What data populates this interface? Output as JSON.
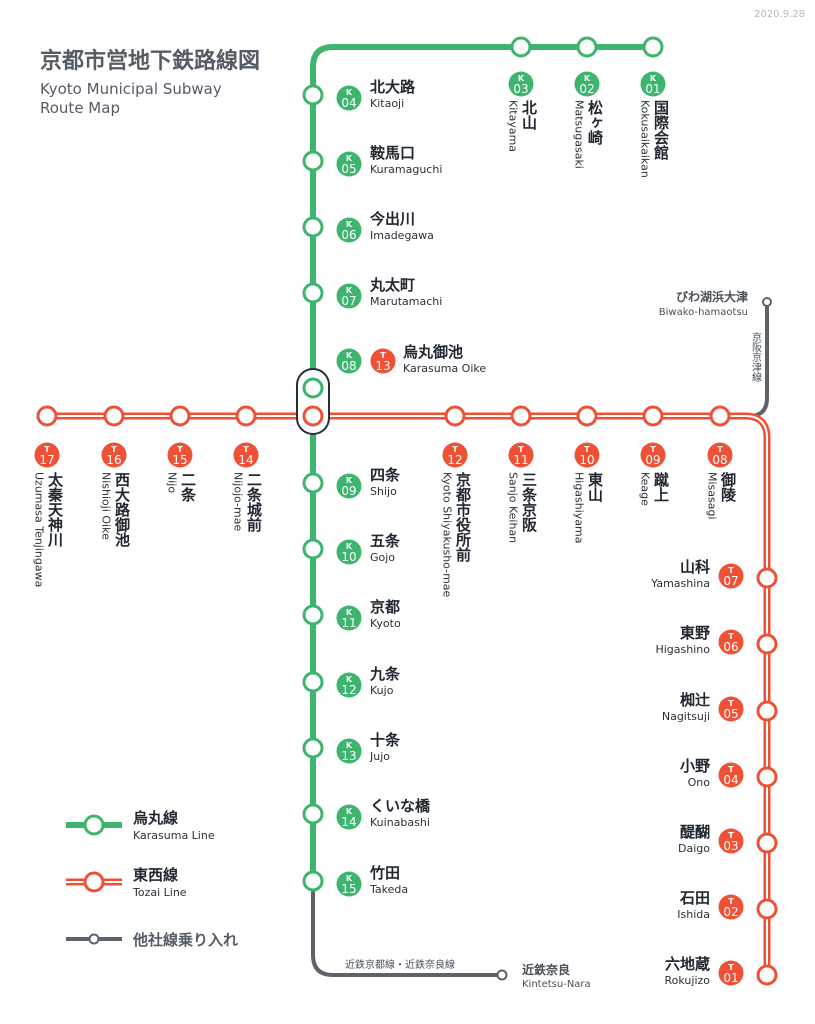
{
  "header": {
    "date": "2020.9.28",
    "title": "京都市営地下鉄路線図",
    "subtitle_line1": "Kyoto Municipal Subway",
    "subtitle_line2": "Route Map"
  },
  "colors": {
    "karasuma": "#3db56e",
    "tozai": "#ef5136",
    "other": "#5d636b",
    "text": "#222831"
  },
  "karasuma": {
    "line_letter": "K",
    "stations": [
      {
        "code": "01",
        "name": "国際会館",
        "romaji": "Kokusaikaikan"
      },
      {
        "code": "02",
        "name": "松ヶ崎",
        "romaji": "Matsugasaki"
      },
      {
        "code": "03",
        "name": "北山",
        "romaji": "Kitayama"
      },
      {
        "code": "04",
        "name": "北大路",
        "romaji": "Kitaoji"
      },
      {
        "code": "05",
        "name": "鞍馬口",
        "romaji": "Kuramaguchi"
      },
      {
        "code": "06",
        "name": "今出川",
        "romaji": "Imadegawa"
      },
      {
        "code": "07",
        "name": "丸太町",
        "romaji": "Marutamachi"
      },
      {
        "code": "08",
        "name": "烏丸御池",
        "romaji": "Karasuma Oike"
      },
      {
        "code": "09",
        "name": "四条",
        "romaji": "Shijo"
      },
      {
        "code": "10",
        "name": "五条",
        "romaji": "Gojo"
      },
      {
        "code": "11",
        "name": "京都",
        "romaji": "Kyoto"
      },
      {
        "code": "12",
        "name": "九条",
        "romaji": "Kujo"
      },
      {
        "code": "13",
        "name": "十条",
        "romaji": "Jujo"
      },
      {
        "code": "14",
        "name": "くいな橋",
        "romaji": "Kuinabashi"
      },
      {
        "code": "15",
        "name": "竹田",
        "romaji": "Takeda"
      }
    ]
  },
  "tozai": {
    "line_letter": "T",
    "stations": [
      {
        "code": "01",
        "name": "六地蔵",
        "romaji": "Rokujizo"
      },
      {
        "code": "02",
        "name": "石田",
        "romaji": "Ishida"
      },
      {
        "code": "03",
        "name": "醍醐",
        "romaji": "Daigo"
      },
      {
        "code": "04",
        "name": "小野",
        "romaji": "Ono"
      },
      {
        "code": "05",
        "name": "椥辻",
        "romaji": "Nagitsuji"
      },
      {
        "code": "06",
        "name": "東野",
        "romaji": "Higashino"
      },
      {
        "code": "07",
        "name": "山科",
        "romaji": "Yamashina"
      },
      {
        "code": "08",
        "name": "御陵",
        "romaji": "Misasagi"
      },
      {
        "code": "09",
        "name": "蹴上",
        "romaji": "Keage"
      },
      {
        "code": "10",
        "name": "東山",
        "romaji": "Higashiyama"
      },
      {
        "code": "11",
        "name": "三条京阪",
        "romaji": "Sanjo Keihan"
      },
      {
        "code": "12",
        "name": "京都市役所前",
        "romaji": "Kyoto Shiyakusho-mae"
      },
      {
        "code": "13",
        "name": "烏丸御池",
        "romaji": "Karasuma Oike"
      },
      {
        "code": "14",
        "name": "二条城前",
        "romaji": "Nijojo-mae"
      },
      {
        "code": "15",
        "name": "二条",
        "romaji": "Nijo"
      },
      {
        "code": "16",
        "name": "西大路御池",
        "romaji": "Nishioji Oike"
      },
      {
        "code": "17",
        "name": "太秦天神川",
        "romaji": "Uzumasa Tenjingawa"
      }
    ]
  },
  "other_lines": {
    "keihan": {
      "station_name": "びわ湖浜大津",
      "station_romaji": "Biwako-hamaotsu",
      "line_name": "京阪京津線"
    },
    "kintetsu": {
      "station_name": "近鉄奈良",
      "station_romaji": "Kintetsu-Nara",
      "line_name": "近鉄京都線・近鉄奈良線"
    }
  },
  "legend": {
    "karasuma_name": "烏丸線",
    "karasuma_romaji": "Karasuma Line",
    "tozai_name": "東西線",
    "tozai_romaji": "Tozai Line",
    "other_name": "他社線乗り入れ"
  }
}
